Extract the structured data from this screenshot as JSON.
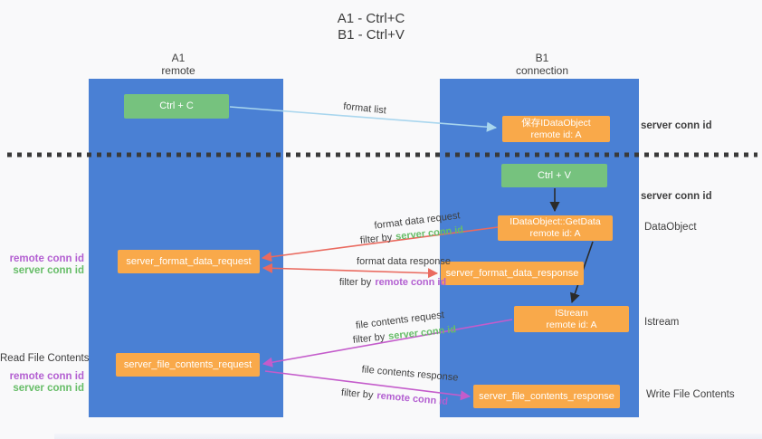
{
  "title": {
    "line1": "A1 - Ctrl+C",
    "line2": "B1 - Ctrl+V"
  },
  "columns": {
    "left": {
      "name": "A1",
      "subtitle": "remote"
    },
    "right": {
      "name": "B1",
      "subtitle": "connection"
    }
  },
  "boxes": {
    "ctrl_c": {
      "label": "Ctrl + C"
    },
    "ctrl_v": {
      "label": "Ctrl + V"
    },
    "save_dataobject": {
      "line1": "保存IDataObject",
      "line2": "remote id: A"
    },
    "getdata": {
      "line1": "IDataObject::GetData",
      "line2": "remote id: A"
    },
    "istream": {
      "line1": "IStream",
      "line2": "remote id: A"
    },
    "format_request": {
      "label": "server_format_data_request"
    },
    "format_response": {
      "label": "server_format_data_response"
    },
    "file_request": {
      "label": "server_file_contents_request"
    },
    "file_response": {
      "label": "server_file_contents_response"
    }
  },
  "arrow_labels": {
    "format_list": "format list",
    "format_data_request": "format data request",
    "format_data_response": "format data response",
    "file_contents_request": "file contents request",
    "file_contents_response": "file contents response",
    "filter_by": "filter by",
    "server_conn_id": "server conn id",
    "remote_conn_id": "remote conn id"
  },
  "side_labels": {
    "server_conn_id": "server conn id",
    "remote_conn_id": "remote conn id",
    "dataobject": "DataObject",
    "istream": "Istream",
    "read_file_contents": "Read File Contents",
    "write_file_contents": "Write File Contents"
  },
  "colors": {
    "lifeline_blue": "#4a80d4",
    "action_green": "#76c27e",
    "message_orange": "#f9a94a",
    "arrow_red": "#ea6a5f",
    "arrow_magenta": "#c45ccb",
    "arrow_lightblue": "#a9d6ee",
    "arrow_black": "#2b2b2b",
    "label_green": "#67bd68",
    "label_purple": "#b35fd1",
    "text_dark": "#3d3d3d"
  }
}
